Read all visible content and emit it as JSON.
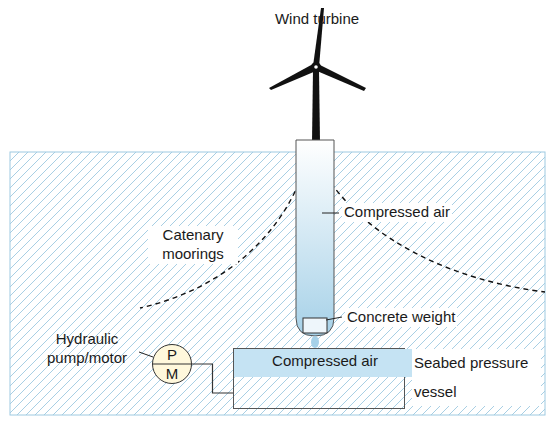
{
  "diagram": {
    "nodes": [
      {
        "text": [
          "P",
          "M"
        ]
      },
      {
        "text": [
          "Seabed pressure vessel"
        ]
      },
      {
        "text": [
          "Compressed air"
        ],
        "in": 1
      }
    ],
    "edges": [
      {
        "from": 0,
        "to": 1,
        "arrow": "none"
      }
    ],
    "labels": [
      "Wind turbine",
      "Compressed air",
      "Concrete weight",
      "Catenary moorings",
      "Hydraulic pump/motor"
    ]
  }
}
